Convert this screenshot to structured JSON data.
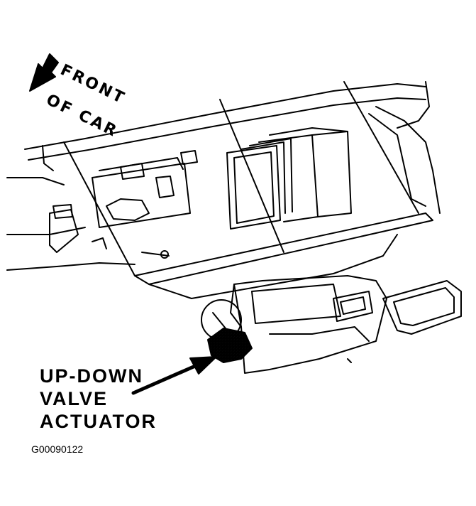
{
  "orientation": {
    "line1": "FRONT",
    "line2": "OF CAR"
  },
  "callout": {
    "line1": "UP-DOWN",
    "line2": "VALVE",
    "line3": "ACTUATOR"
  },
  "figure_code": "G00090122",
  "colors": {
    "ink": "#000000",
    "paper": "#ffffff",
    "actuator_fill": "#9a9a9a"
  }
}
